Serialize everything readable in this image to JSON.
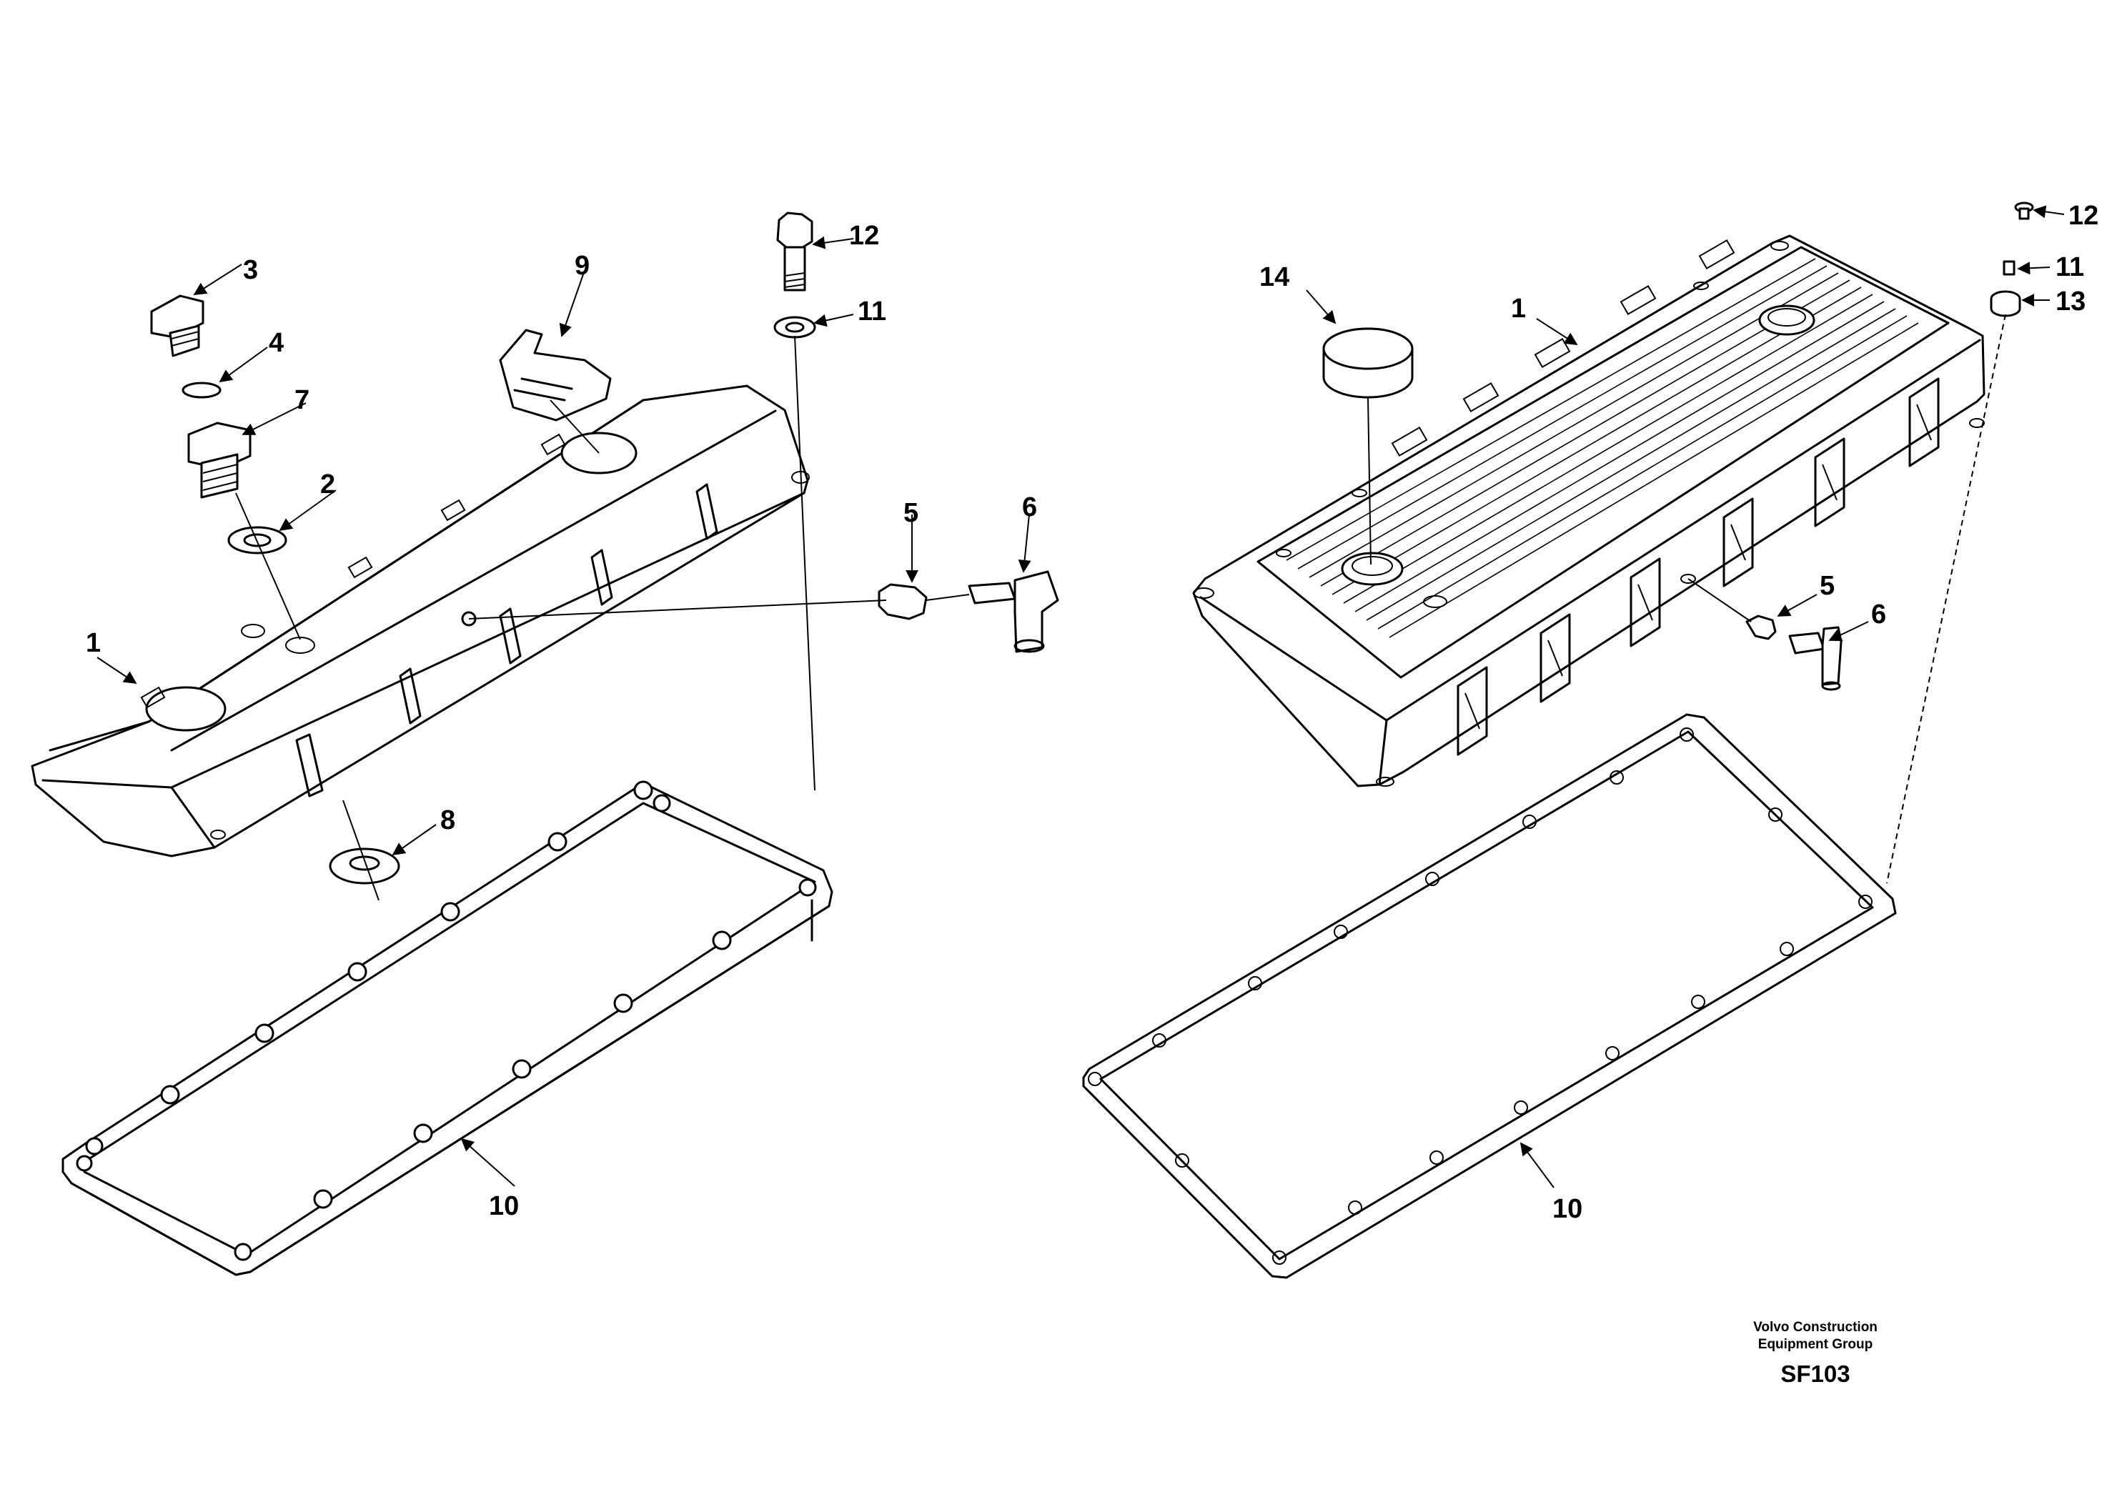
{
  "left_view": {
    "callouts": {
      "c1": "1",
      "c2": "2",
      "c3": "3",
      "c4": "4",
      "c5": "5",
      "c6": "6",
      "c7": "7",
      "c8": "8",
      "c9": "9",
      "c10": "10",
      "c11": "11",
      "c12": "12"
    }
  },
  "right_view": {
    "callouts": {
      "c1": "1",
      "c5": "5",
      "c6": "6",
      "c10": "10",
      "c11": "11",
      "c12": "12",
      "c13": "13",
      "c14": "14"
    }
  },
  "title_block": {
    "org_line1": "Volvo Construction",
    "org_line2": "Equipment Group",
    "code": "SF103"
  }
}
